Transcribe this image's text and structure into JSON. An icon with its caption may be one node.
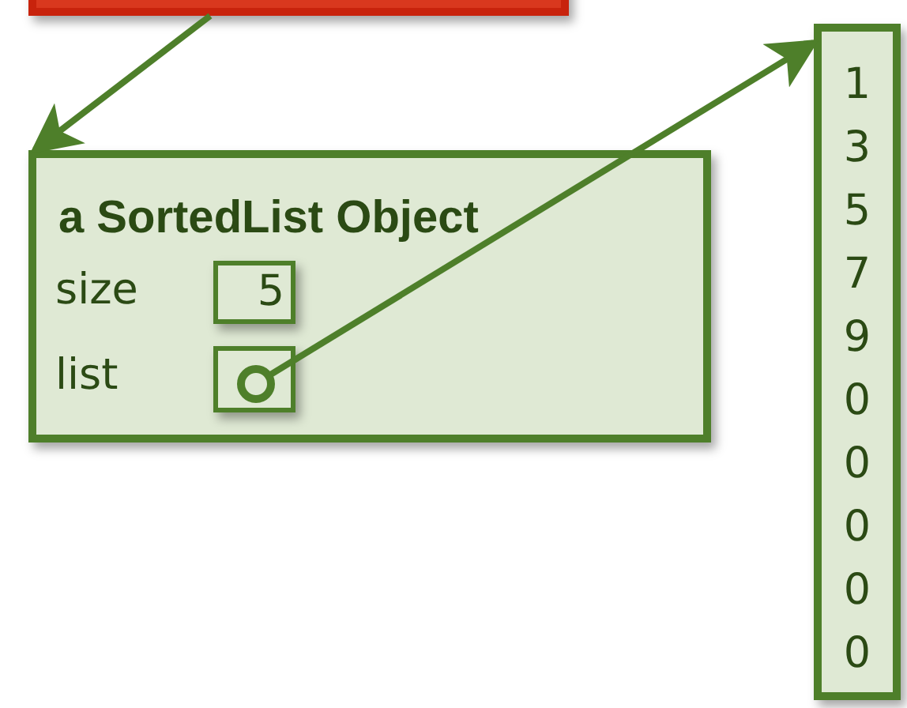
{
  "diagram": {
    "nodes": [
      {
        "text": [],
        "shape": "box"
      },
      {
        "text": [
          "a SortedList Object"
        ]
      },
      {
        "text": [
          "5"
        ],
        "in": 1,
        "beside": [
          "size"
        ]
      },
      {
        "text": [],
        "shape": "box",
        "in": 1,
        "beside": [
          "list"
        ]
      },
      {
        "text": [
          "1",
          "3",
          "5",
          "7",
          "9",
          "0",
          "0",
          "0",
          "0",
          "0"
        ]
      }
    ],
    "edges": [
      {
        "from": 0,
        "to": 1,
        "arrow": "to"
      },
      {
        "from": 3,
        "to": 4,
        "arrow": "to"
      }
    ]
  }
}
